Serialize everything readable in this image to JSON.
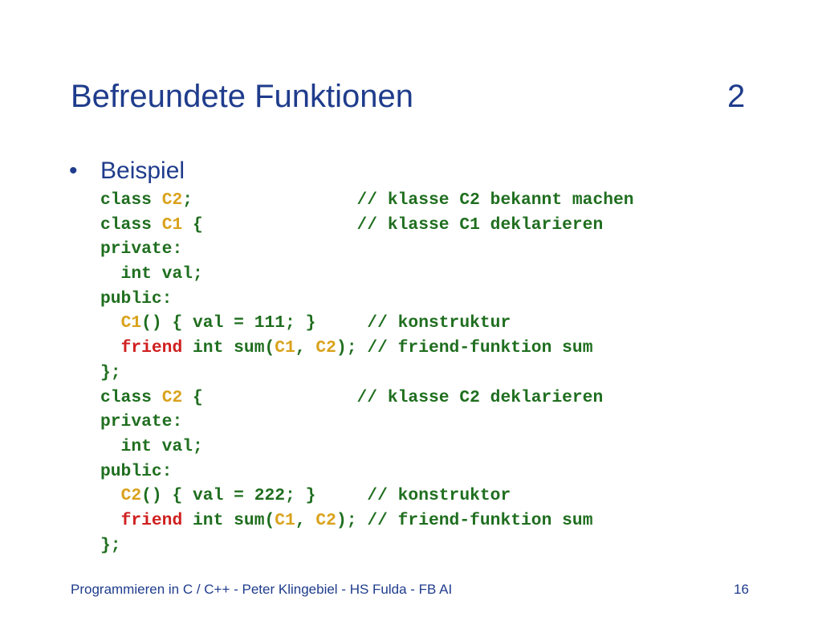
{
  "slide": {
    "title": "Befreundete Funktionen",
    "title_number": "2",
    "bullet_symbol": "•",
    "bullet_label": "Beispiel"
  },
  "code_lines": [
    [
      {
        "t": "class ",
        "c": "green"
      },
      {
        "t": "C2",
        "c": "yellow"
      },
      {
        "t": ";                ",
        "c": "green"
      },
      {
        "t": "// klasse C2 bekannt machen",
        "c": "green"
      }
    ],
    [
      {
        "t": "class ",
        "c": "green"
      },
      {
        "t": "C1",
        "c": "yellow"
      },
      {
        "t": " {               ",
        "c": "green"
      },
      {
        "t": "// klasse C1 deklarieren",
        "c": "green"
      }
    ],
    [
      {
        "t": "private:",
        "c": "green"
      }
    ],
    [
      {
        "t": "  int val;",
        "c": "green"
      }
    ],
    [
      {
        "t": "public:",
        "c": "green"
      }
    ],
    [
      {
        "t": "  ",
        "c": "green"
      },
      {
        "t": "C1",
        "c": "yellow"
      },
      {
        "t": "() { val = 111; }     ",
        "c": "green"
      },
      {
        "t": "// konstruktur",
        "c": "green"
      }
    ],
    [
      {
        "t": "  ",
        "c": "green"
      },
      {
        "t": "friend",
        "c": "red"
      },
      {
        "t": " int sum(",
        "c": "green"
      },
      {
        "t": "C1",
        "c": "yellow"
      },
      {
        "t": ", ",
        "c": "green"
      },
      {
        "t": "C2",
        "c": "yellow"
      },
      {
        "t": "); ",
        "c": "green"
      },
      {
        "t": "// friend-funktion sum",
        "c": "green"
      }
    ],
    [
      {
        "t": "};",
        "c": "green"
      }
    ],
    [
      {
        "t": "class ",
        "c": "green"
      },
      {
        "t": "C2",
        "c": "yellow"
      },
      {
        "t": " {               ",
        "c": "green"
      },
      {
        "t": "// klasse C2 deklarieren",
        "c": "green"
      }
    ],
    [
      {
        "t": "private:",
        "c": "green"
      }
    ],
    [
      {
        "t": "  int val;",
        "c": "green"
      }
    ],
    [
      {
        "t": "public:",
        "c": "green"
      }
    ],
    [
      {
        "t": "  ",
        "c": "green"
      },
      {
        "t": "C2",
        "c": "yellow"
      },
      {
        "t": "() { val = 222; }     ",
        "c": "green"
      },
      {
        "t": "// konstruktor",
        "c": "green"
      }
    ],
    [
      {
        "t": "  ",
        "c": "green"
      },
      {
        "t": "friend",
        "c": "red"
      },
      {
        "t": " int sum(",
        "c": "green"
      },
      {
        "t": "C1",
        "c": "yellow"
      },
      {
        "t": ", ",
        "c": "green"
      },
      {
        "t": "C2",
        "c": "yellow"
      },
      {
        "t": "); ",
        "c": "green"
      },
      {
        "t": "// friend-funktion sum",
        "c": "green"
      }
    ],
    [
      {
        "t": "};",
        "c": "green"
      }
    ]
  ],
  "footer": {
    "left": "Programmieren in C / C++ - Peter Klingebiel - HS Fulda - FB AI",
    "page_number": "16"
  },
  "colors": {
    "heading": "#1f3c8c",
    "code": "#1f6e1f",
    "class_name": "#d9a21c",
    "keyword_friend": "#d01f1f"
  }
}
